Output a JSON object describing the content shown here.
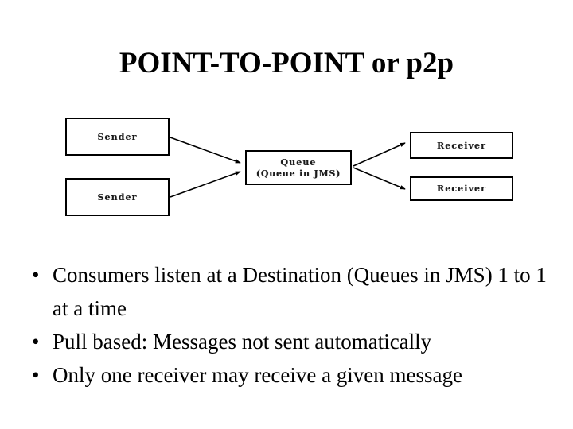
{
  "slide": {
    "title": "POINT-TO-POINT or p2p",
    "background_color": "#ffffff",
    "text_color": "#000000"
  },
  "diagram": {
    "type": "flow-diagram",
    "nodes": [
      {
        "id": "sender-1",
        "label": "Sender",
        "sublabel": ""
      },
      {
        "id": "sender-2",
        "label": "Sender",
        "sublabel": ""
      },
      {
        "id": "queue",
        "label": "Queue",
        "sublabel": "(Queue in  JMS)"
      },
      {
        "id": "receiver-1",
        "label": "Receiver",
        "sublabel": ""
      },
      {
        "id": "receiver-2",
        "label": "Receiver",
        "sublabel": ""
      }
    ],
    "edges": [
      {
        "from": "sender-1",
        "to": "queue"
      },
      {
        "from": "sender-2",
        "to": "queue"
      },
      {
        "from": "queue",
        "to": "receiver-1"
      },
      {
        "from": "queue",
        "to": "receiver-2"
      }
    ],
    "line_color": "#000000"
  },
  "bullets": {
    "marker": "•",
    "items": [
      "Consumers listen at a Destination (Queues in JMS) 1 to 1 at a time",
      "Pull based: Messages not sent automatically",
      "Only one receiver may receive a given message"
    ]
  }
}
